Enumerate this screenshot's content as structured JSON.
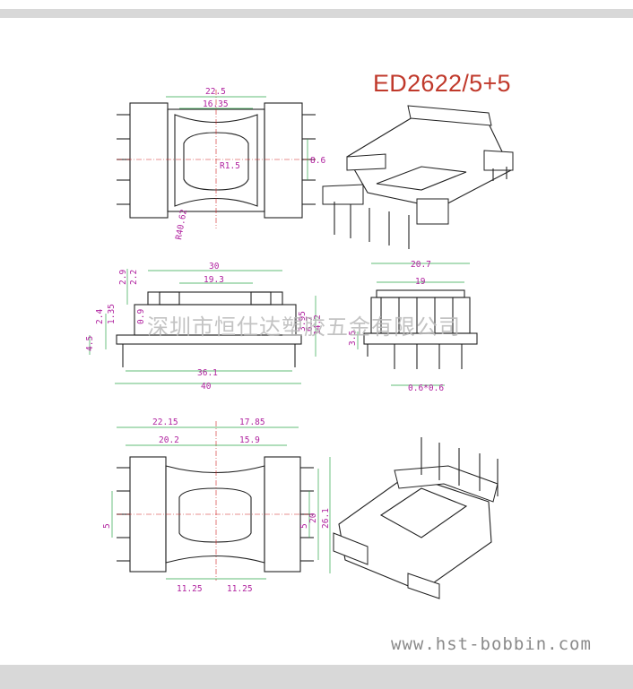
{
  "title": "ED2622/5+5",
  "website": "www.hst-bobbin.com",
  "watermark": "深圳市恒仕达塑胶五金有限公司",
  "colors": {
    "title": "#c0392b",
    "dimension_text": "#b0229f",
    "dimension_line": "#2ea84a",
    "centerline": "#d02020",
    "outline": "#222222"
  },
  "top_view": {
    "dims": {
      "overall_width": "22.5",
      "inner_width": "16.35",
      "pin_pitch": "8.6",
      "corner_radius": "R1.5",
      "arc_radius": "R40.62"
    }
  },
  "front_view": {
    "dims": {
      "top_width": "30",
      "slot_width": "19.3",
      "base_width": "36.1",
      "overall_length": "40",
      "h1": "2.9",
      "h2": "2.2",
      "h3": "2.4",
      "h4": "1.35",
      "h5": "0.9",
      "h6": "4.5",
      "h7": "6.7",
      "h8": "3.95",
      "h9": "14.2"
    }
  },
  "side_view": {
    "dims": {
      "overall_width": "20.7",
      "inner_width": "19",
      "pin_height": "3.5",
      "pin_section": "0.6*0.6"
    }
  },
  "bottom_view": {
    "dims": {
      "left_width": "22.15",
      "right_width": "17.85",
      "left_inner": "20.2",
      "right_inner": "15.9",
      "left_pin": "11.25",
      "right_pin": "11.25",
      "pin_pitch_left": "5",
      "pin_pitch_right": "5",
      "height_inner": "20",
      "height_overall": "26.1"
    }
  }
}
